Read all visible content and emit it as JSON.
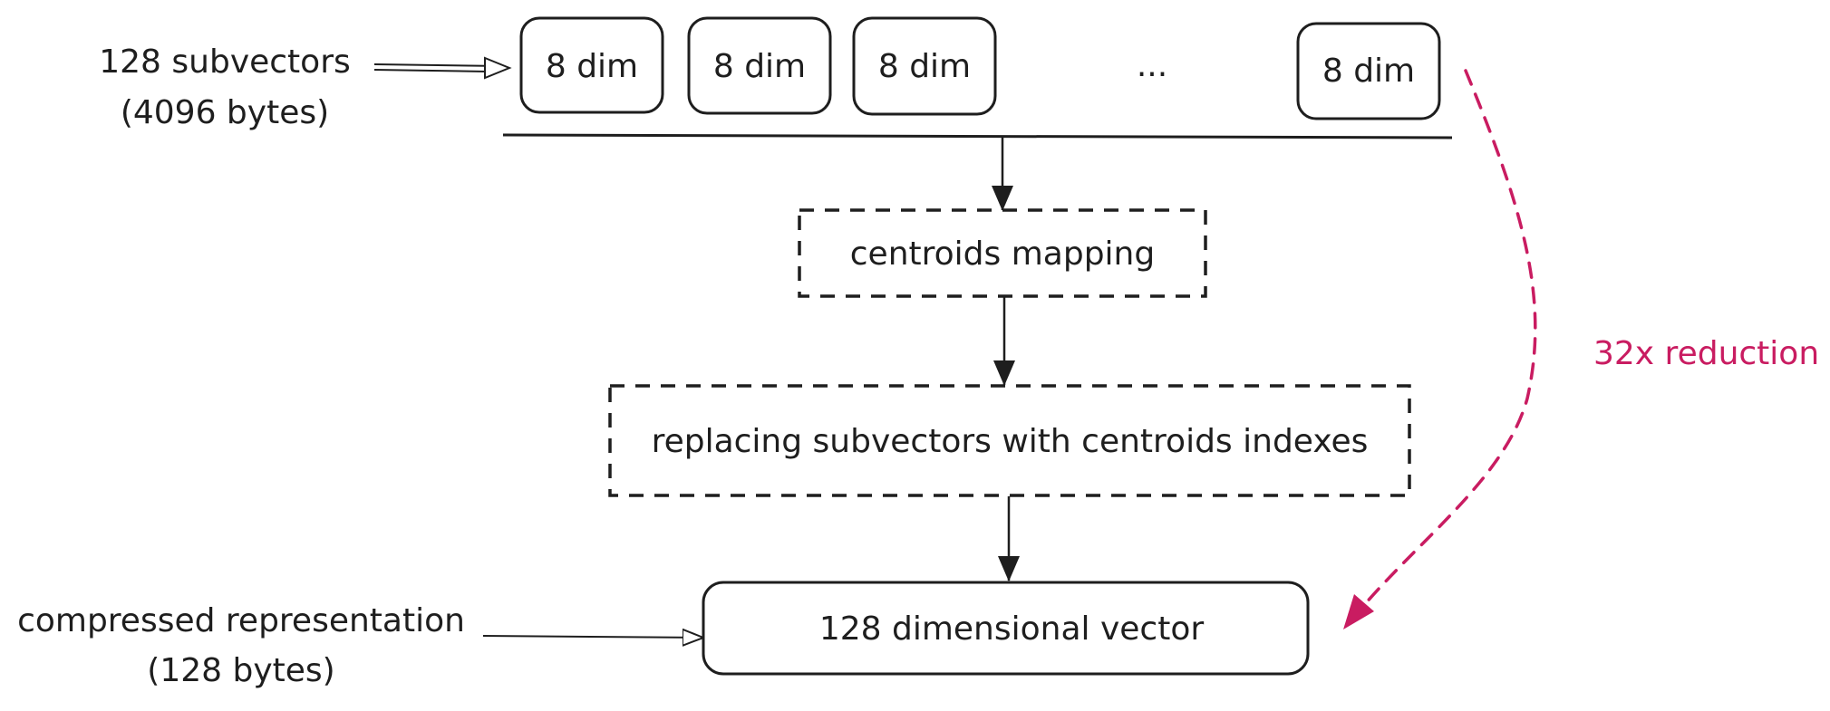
{
  "inputs": {
    "subvectors_line1": "128 subvectors",
    "subvectors_line2": "(4096 bytes)"
  },
  "subvector_boxes": [
    "8 dim",
    "8 dim",
    "8 dim",
    "8 dim"
  ],
  "ellipsis": "...",
  "steps": {
    "centroids_mapping": "centroids mapping",
    "replacing": "replacing subvectors with centroids indexes"
  },
  "output": {
    "vector": "128 dimensional vector",
    "compressed_line1": "compressed representation",
    "compressed_line2": "(128 bytes)"
  },
  "reduction": {
    "label": "32x reduction",
    "color": "#c91c61"
  }
}
